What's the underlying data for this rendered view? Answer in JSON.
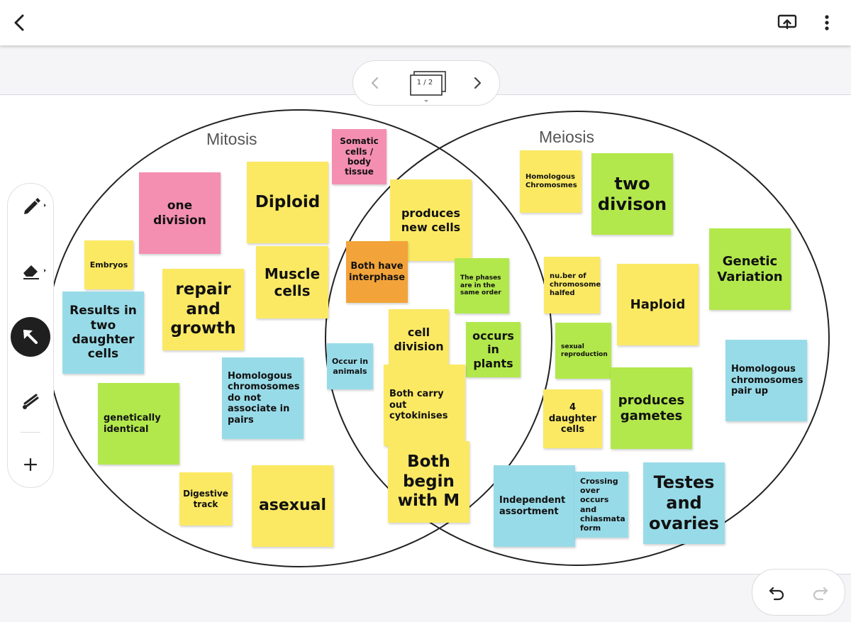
{
  "header": {
    "back_icon": "chevron-left-icon",
    "present_icon": "present-screen-icon",
    "more_icon": "more-vert-icon"
  },
  "pager": {
    "page_indicator": "1 / 2"
  },
  "toolbar": {
    "tools": [
      "pen-icon",
      "eraser-icon",
      "select-arrow-icon",
      "laser-icon",
      "plus-icon"
    ]
  },
  "venn": {
    "left_label": "Mitosis",
    "right_label": "Meiosis"
  },
  "notes": [
    {
      "text": "Somatic cells / body tissue",
      "color": "pink"
    },
    {
      "text": "one division",
      "color": "pink"
    },
    {
      "text": "Diploid",
      "color": "yellow"
    },
    {
      "text": "Embryos",
      "color": "yellow"
    },
    {
      "text": "repair and growth",
      "color": "yellow"
    },
    {
      "text": "Muscle cells",
      "color": "yellow"
    },
    {
      "text": "Results in two daughter cells",
      "color": "blue"
    },
    {
      "text": "Homologous chromosomes do not associate in pairs",
      "color": "blue"
    },
    {
      "text": "genetically identical",
      "color": "green"
    },
    {
      "text": "Digestive track",
      "color": "yellow"
    },
    {
      "text": "asexual",
      "color": "yellow"
    },
    {
      "text": "produces new cells",
      "color": "yellow"
    },
    {
      "text": "Both have interphase",
      "color": "orange"
    },
    {
      "text": "The phases are in the same order",
      "color": "green"
    },
    {
      "text": "cell division",
      "color": "yellow"
    },
    {
      "text": "occurs in plants",
      "color": "green"
    },
    {
      "text": "Occur in animals",
      "color": "blue"
    },
    {
      "text": "Both carry out cytokinises",
      "color": "yellow"
    },
    {
      "text": "Both begin with M",
      "color": "yellow"
    },
    {
      "text": "Homologous Chromosmes",
      "color": "yellow"
    },
    {
      "text": "two divison",
      "color": "green"
    },
    {
      "text": "Genetic Variation",
      "color": "green"
    },
    {
      "text": "nu.ber of chromosome halfed",
      "color": "yellow"
    },
    {
      "text": "Haploid",
      "color": "yellow"
    },
    {
      "text": "sexual reproduction",
      "color": "green"
    },
    {
      "text": "Homologous chromosomes pair up",
      "color": "blue"
    },
    {
      "text": "4 daughter cells",
      "color": "yellow"
    },
    {
      "text": "produces gametes",
      "color": "green"
    },
    {
      "text": "Independent assortment",
      "color": "blue"
    },
    {
      "text": "Crossing over occurs and chiasmata form",
      "color": "blue"
    },
    {
      "text": "Testes and ovaries",
      "color": "blue"
    }
  ],
  "controls": {
    "undo_icon": "undo-icon",
    "redo_icon": "redo-icon"
  }
}
